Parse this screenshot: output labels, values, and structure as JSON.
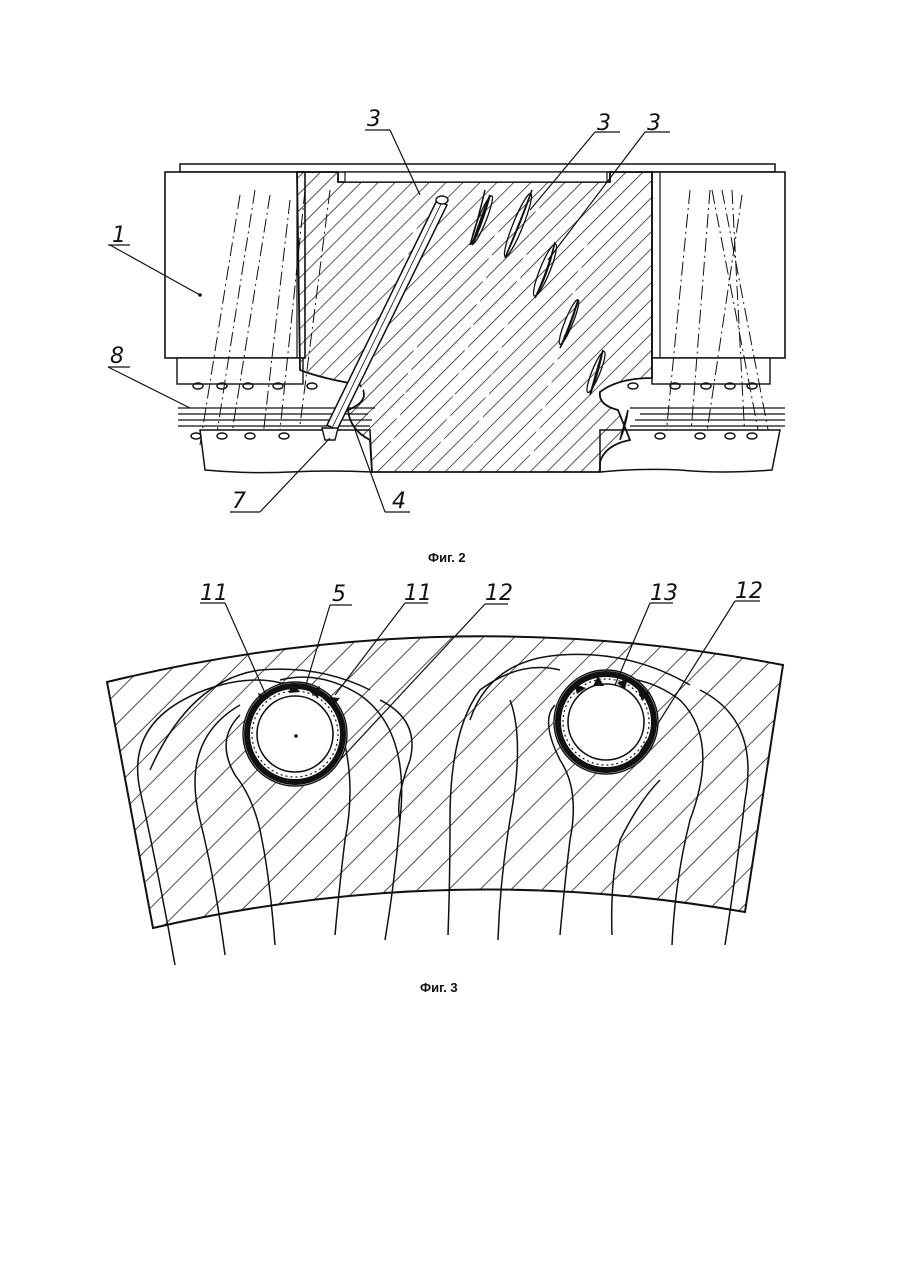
{
  "figure2": {
    "caption": "Фиг. 2",
    "labels": {
      "l1": "1",
      "l3a": "3",
      "l3b": "3",
      "l3c": "3",
      "l8": "8",
      "l7": "7",
      "l4": "4"
    }
  },
  "figure3": {
    "caption": "Фиг. 3",
    "labels": {
      "l11a": "11",
      "l5": "5",
      "l11b": "11",
      "l12a": "12",
      "l13": "13",
      "l12b": "12"
    }
  },
  "colors": {
    "ink": "#111111",
    "paper": "#ffffff"
  }
}
